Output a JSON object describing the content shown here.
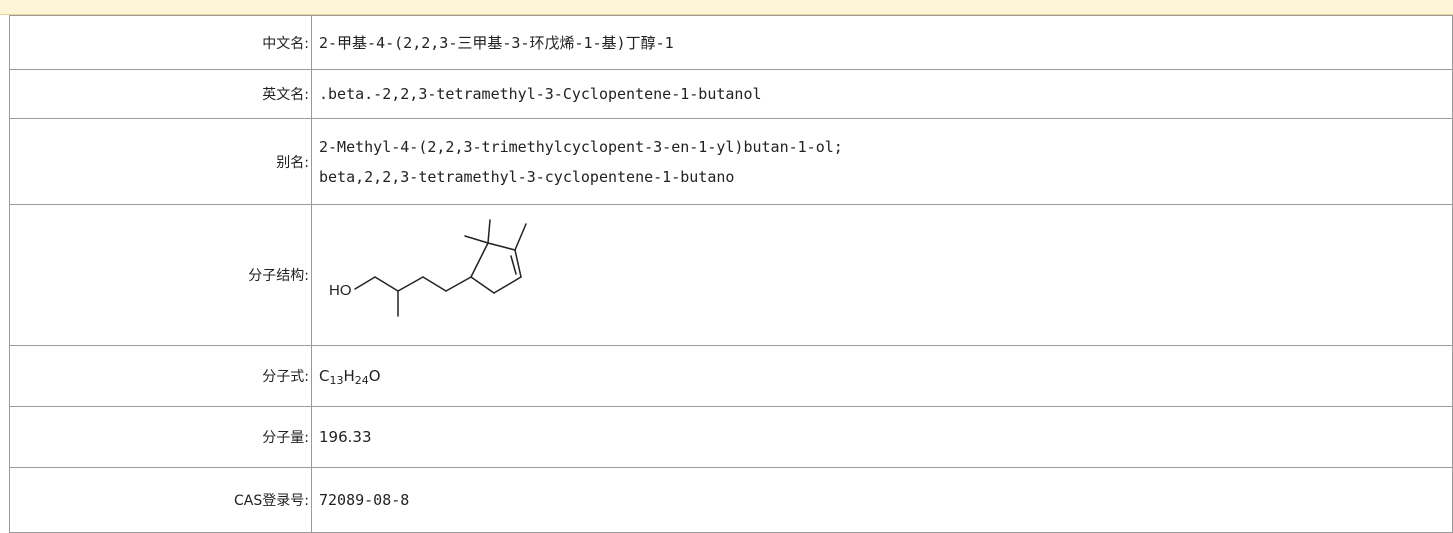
{
  "rows": {
    "chinese_name": {
      "label": "中文名:",
      "value": "2-甲基-4-(2,2,3-三甲基-3-环戊烯-1-基)丁醇-1"
    },
    "english_name": {
      "label": "英文名:",
      "value": ".beta.-2,2,3-tetramethyl-3-Cyclopentene-1-butanol"
    },
    "aliases": {
      "label": "别名:",
      "values": [
        "2-Methyl-4-(2,2,3-trimethylcyclopent-3-en-1-yl)butan-1-ol;",
        "beta,2,2,3-tetramethyl-3-cyclopentene-1-butano"
      ]
    },
    "structure": {
      "label": "分子结构:",
      "atom_label": "HO"
    },
    "formula": {
      "label": "分子式:",
      "parts": [
        {
          "sym": "C",
          "sub": "13"
        },
        {
          "sym": "H",
          "sub": "24"
        },
        {
          "sym": "O",
          "sub": ""
        }
      ]
    },
    "molecular_weight": {
      "label": "分子量:",
      "value": "196.33"
    },
    "cas": {
      "label": "CAS登录号:",
      "value": "72089-08-8"
    }
  }
}
